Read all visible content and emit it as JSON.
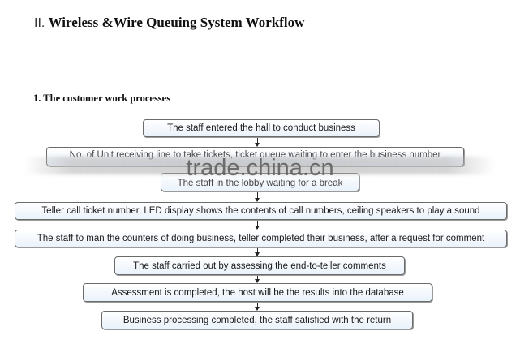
{
  "heading": {
    "roman_numeral": "II.",
    "title": "Wireless &Wire Queuing System Workflow"
  },
  "section": {
    "title": "1. The customer work processes"
  },
  "workflow": {
    "steps": [
      {
        "text": "The staff entered the hall to conduct business"
      },
      {
        "text": "No. of Unit receiving line to take tickets, ticket queue waiting to enter the business number"
      },
      {
        "text": "The staff in the lobby waiting for a break"
      },
      {
        "text": "Teller call ticket number, LED display shows the contents of call numbers, ceiling speakers to play a sound"
      },
      {
        "text": "The staff to man the counters of doing business, teller completed their business, after a request for comment"
      },
      {
        "text": "The staff carried out by assessing the end-to-teller comments"
      },
      {
        "text": "Assessment is completed, the host will be the results into the database"
      },
      {
        "text": "Business processing completed, the staff satisfied with the return"
      }
    ]
  },
  "watermark": {
    "text": "trade.china.cn"
  },
  "colors": {
    "box_border": "#6b6b6b",
    "box_fill_top": "#ffffff",
    "box_fill_bottom": "#eaf2fb",
    "arrow": "#222222"
  }
}
